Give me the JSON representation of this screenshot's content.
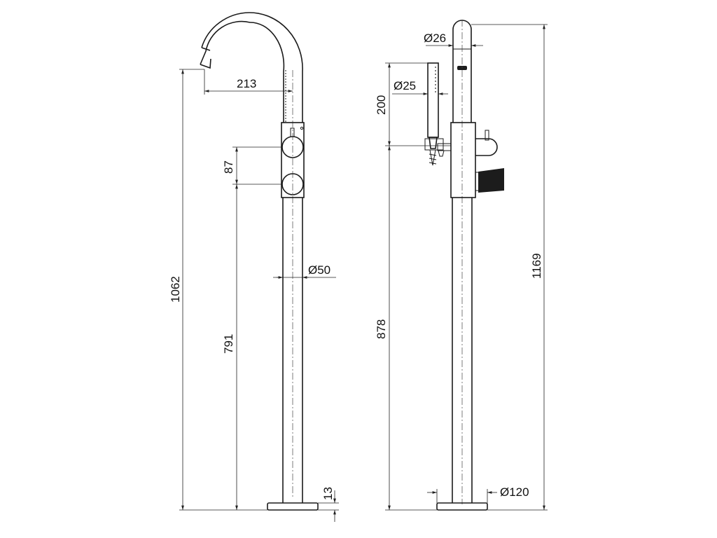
{
  "diagram": {
    "front_view": {
      "spout_reach": "213",
      "handle_spacing": "87",
      "body_diameter": "Ø50",
      "total_height": "1062",
      "handle_height": "791",
      "base_thickness": "13"
    },
    "side_view": {
      "handshower_diameter": "Ø25",
      "handshower_length": "200",
      "spout_diameter": "Ø26",
      "total_height": "1169",
      "holder_height": "878",
      "base_diameter": "Ø120"
    }
  }
}
